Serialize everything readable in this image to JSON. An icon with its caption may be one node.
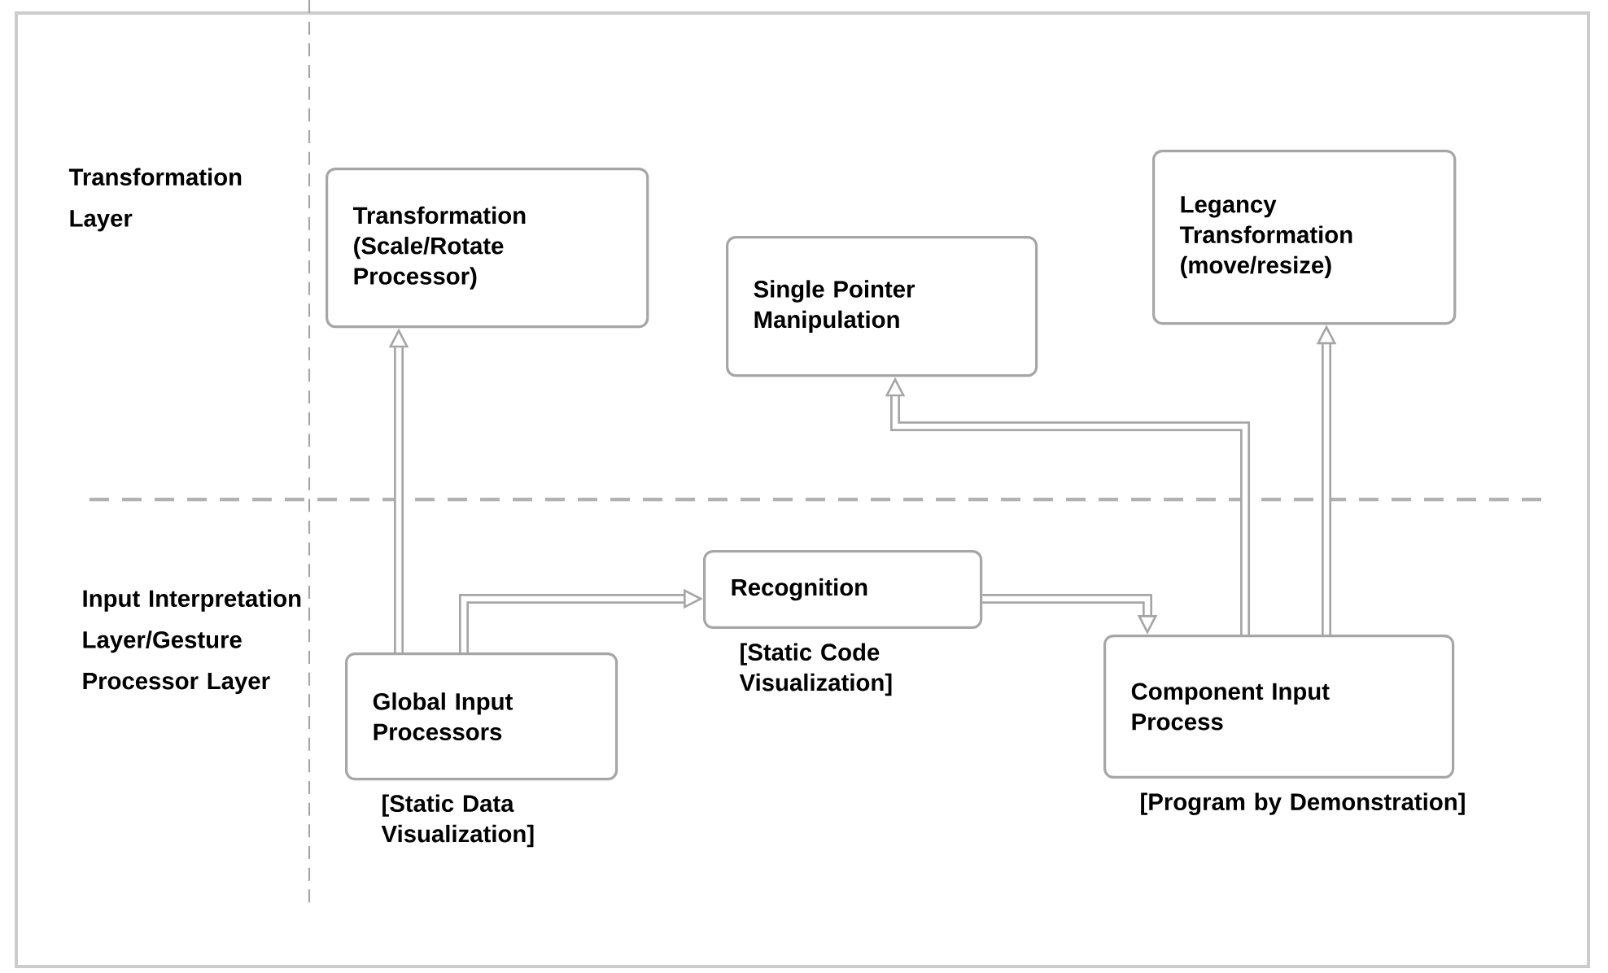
{
  "diagram": {
    "nodes": [
      {
        "text": [
          "Transformation (Scale/Rotate Processor)"
        ]
      },
      {
        "text": [
          "Single Pointer Manipulation"
        ]
      },
      {
        "text": [
          "Legancy Transformation (move/resize)"
        ]
      },
      {
        "text": [
          "Global Input Processors"
        ],
        "beside": [
          "[Static Data Visualization]"
        ]
      },
      {
        "text": [
          "Recognition"
        ],
        "beside": [
          "[Static Code Visualization]"
        ]
      },
      {
        "text": [
          "Component Input Process"
        ],
        "beside": [
          "[Program by Demonstration]"
        ]
      }
    ],
    "edges": [
      {
        "from": 3,
        "to": 0,
        "arrow": "to"
      },
      {
        "from": 3,
        "to": 4,
        "arrow": "to"
      },
      {
        "from": 4,
        "to": 5,
        "arrow": "to"
      },
      {
        "from": 5,
        "to": 1,
        "arrow": "to"
      },
      {
        "from": 5,
        "to": 2,
        "arrow": "to"
      }
    ],
    "labels": [
      "Transformation Layer",
      "Input Interpretation Layer/Gesture Processor Layer"
    ]
  }
}
